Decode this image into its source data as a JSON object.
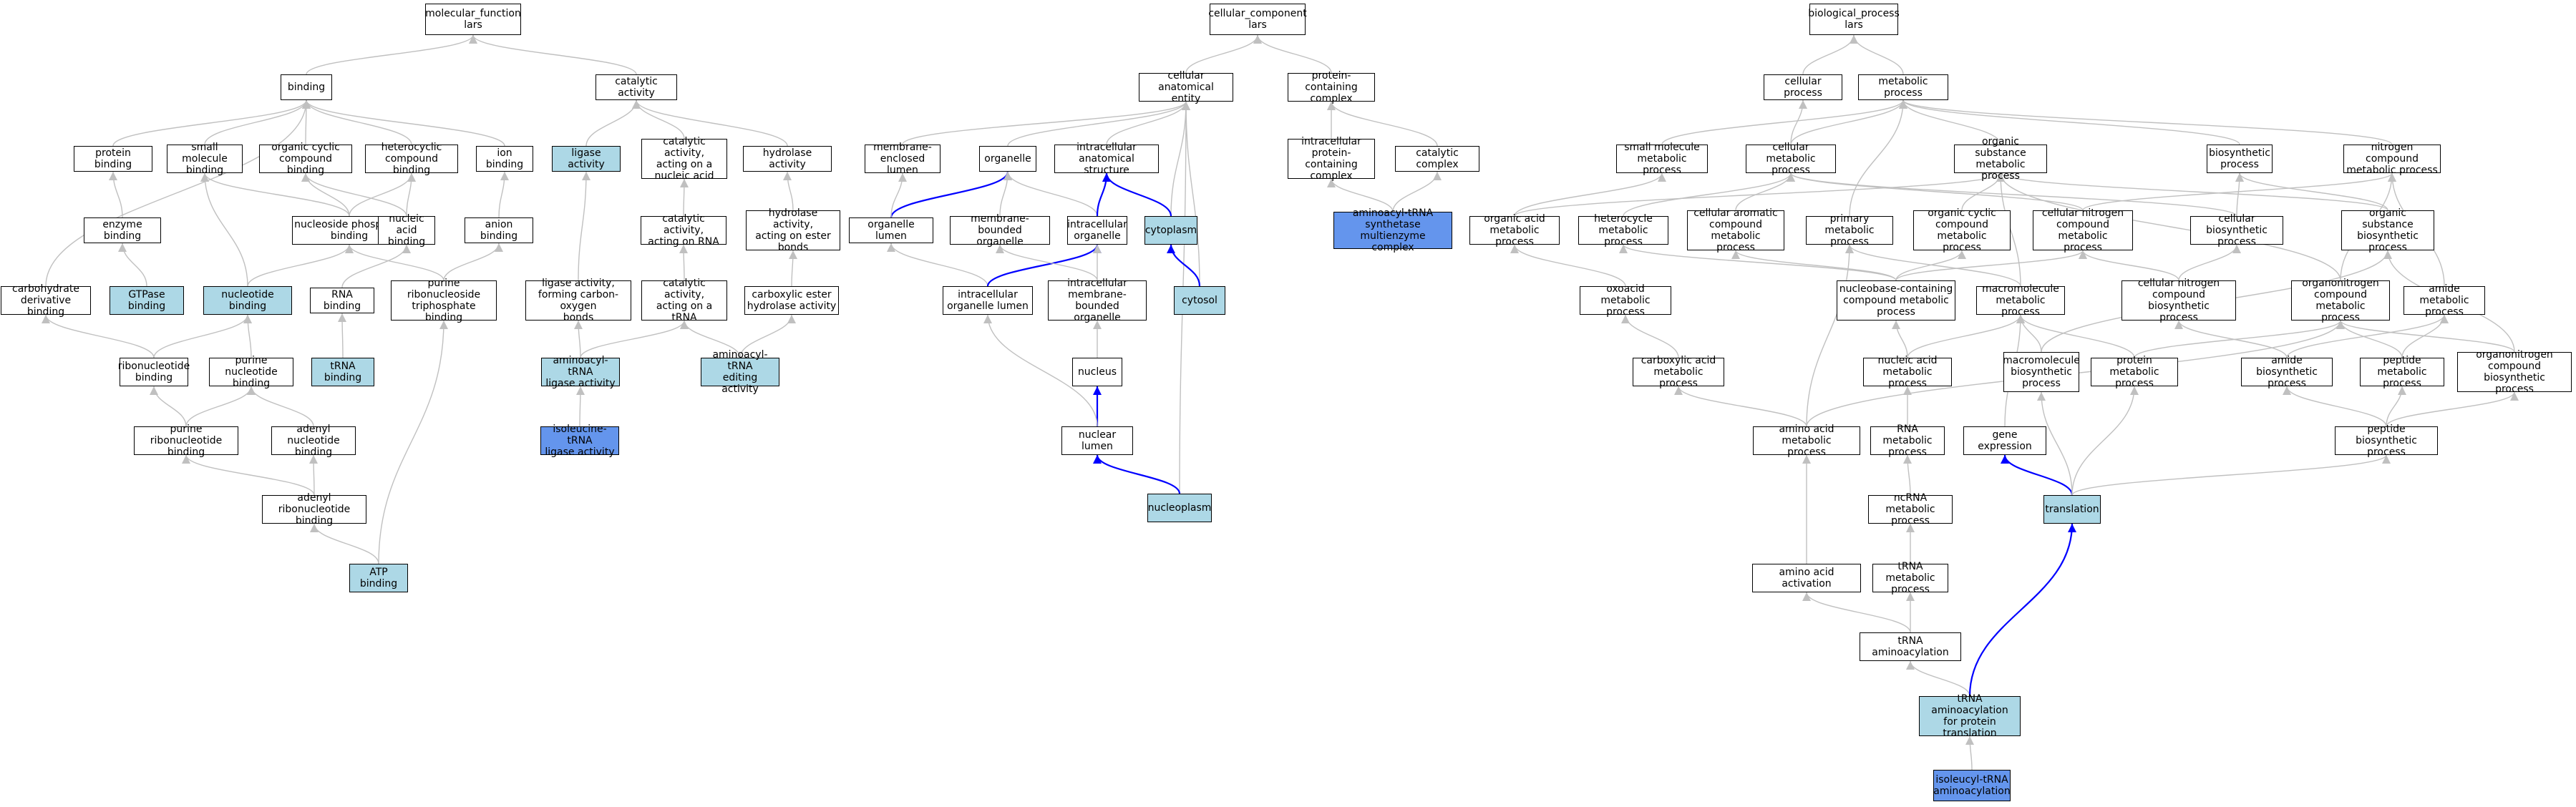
{
  "colors": {
    "default": "#ffffff",
    "light": "#add8e6",
    "dark": "#6495ed",
    "edge": "#c0c0c0",
    "edge_highlight": "#0000ff"
  },
  "nodes": [
    {
      "id": "mf",
      "label": "molecular_function\nlars",
      "color": "default"
    },
    {
      "id": "binding",
      "label": "binding",
      "color": "default"
    },
    {
      "id": "catalytic",
      "label": "catalytic activity",
      "color": "default"
    },
    {
      "id": "protein_binding",
      "label": "protein binding",
      "color": "default"
    },
    {
      "id": "small_mol",
      "label": "small molecule\nbinding",
      "color": "default"
    },
    {
      "id": "org_cyc",
      "label": "organic cyclic\ncompound binding",
      "color": "default"
    },
    {
      "id": "heterocyclic",
      "label": "heterocyclic\ncompound binding",
      "color": "default"
    },
    {
      "id": "ion_binding",
      "label": "ion binding",
      "color": "default"
    },
    {
      "id": "ligase",
      "label": "ligase activity",
      "color": "light"
    },
    {
      "id": "cat_nucleic",
      "label": "catalytic activity,\nacting on a\nnucleic acid",
      "color": "default"
    },
    {
      "id": "hydrolase",
      "label": "hydrolase activity",
      "color": "default"
    },
    {
      "id": "enzyme_binding",
      "label": "enzyme binding",
      "color": "default"
    },
    {
      "id": "nuc_phos",
      "label": "nucleoside phosphate\nbinding",
      "color": "default"
    },
    {
      "id": "nucleic_acid_binding",
      "label": "nucleic acid\nbinding",
      "color": "default"
    },
    {
      "id": "anion_binding",
      "label": "anion binding",
      "color": "default"
    },
    {
      "id": "cat_rna",
      "label": "catalytic activity,\nacting on RNA",
      "color": "default"
    },
    {
      "id": "hydro_ester",
      "label": "hydrolase activity,\nacting on ester\nbonds",
      "color": "default"
    },
    {
      "id": "carb_deriv",
      "label": "carbohydrate\nderivative binding",
      "color": "default"
    },
    {
      "id": "gtpase",
      "label": "GTPase binding",
      "color": "light"
    },
    {
      "id": "nucleotide_binding",
      "label": "nucleotide binding",
      "color": "light"
    },
    {
      "id": "rna_binding",
      "label": "RNA binding",
      "color": "default"
    },
    {
      "id": "purine_ribonuc_tri",
      "label": "purine ribonucleoside\ntriphosphate\nbinding",
      "color": "default"
    },
    {
      "id": "ligase_co",
      "label": "ligase activity,\nforming carbon-oxygen\nbonds",
      "color": "default"
    },
    {
      "id": "cat_trna",
      "label": "catalytic activity,\nacting on a\ntRNA",
      "color": "default"
    },
    {
      "id": "carbox_ester",
      "label": "carboxylic ester\nhydrolase activity",
      "color": "default"
    },
    {
      "id": "ribonucleotide",
      "label": "ribonucleotide\nbinding",
      "color": "default"
    },
    {
      "id": "purine_nucleotide",
      "label": "purine nucleotide\nbinding",
      "color": "default"
    },
    {
      "id": "trna_binding",
      "label": "tRNA binding",
      "color": "light"
    },
    {
      "id": "aa_trna_ligase",
      "label": "aminoacyl-tRNA\nligase activity",
      "color": "light"
    },
    {
      "id": "aa_trna_editing",
      "label": "aminoacyl-tRNA\nediting activity",
      "color": "light"
    },
    {
      "id": "purine_ribonuc",
      "label": "purine ribonucleotide\nbinding",
      "color": "default"
    },
    {
      "id": "adenyl_nuc",
      "label": "adenyl nucleotide\nbinding",
      "color": "default"
    },
    {
      "id": "ile_trna_ligase",
      "label": "isoleucine-tRNA\nligase activity",
      "color": "dark"
    },
    {
      "id": "adenyl_ribonuc",
      "label": "adenyl ribonucleotide\nbinding",
      "color": "default"
    },
    {
      "id": "atp_binding",
      "label": "ATP binding",
      "color": "light"
    },
    {
      "id": "cc",
      "label": "cellular_component\nlars",
      "color": "default"
    },
    {
      "id": "cae",
      "label": "cellular anatomical\nentity",
      "color": "default"
    },
    {
      "id": "pcc",
      "label": "protein-containing\ncomplex",
      "color": "default"
    },
    {
      "id": "mem_lumen",
      "label": "membrane-enclosed\nlumen",
      "color": "default"
    },
    {
      "id": "organelle",
      "label": "organelle",
      "color": "default"
    },
    {
      "id": "ias",
      "label": "intracellular\nanatomical structure",
      "color": "default"
    },
    {
      "id": "ipcc",
      "label": "intracellular\nprotein-containing\ncomplex",
      "color": "default"
    },
    {
      "id": "catalytic_complex",
      "label": "catalytic complex",
      "color": "default"
    },
    {
      "id": "org_lumen",
      "label": "organelle lumen",
      "color": "default"
    },
    {
      "id": "mbo",
      "label": "membrane-bounded\norganelle",
      "color": "default"
    },
    {
      "id": "io",
      "label": "intracellular\norganelle",
      "color": "default"
    },
    {
      "id": "cytoplasm",
      "label": "cytoplasm",
      "color": "light"
    },
    {
      "id": "aa_trna_complex",
      "label": "aminoacyl-tRNA\nsynthetase multienzyme\ncomplex",
      "color": "dark"
    },
    {
      "id": "iol",
      "label": "intracellular\norganelle lumen",
      "color": "default"
    },
    {
      "id": "imbo",
      "label": "intracellular\nmembrane-bounded\norganelle",
      "color": "default"
    },
    {
      "id": "cytosol",
      "label": "cytosol",
      "color": "light"
    },
    {
      "id": "nucleus",
      "label": "nucleus",
      "color": "default"
    },
    {
      "id": "nuclear_lumen",
      "label": "nuclear lumen",
      "color": "default"
    },
    {
      "id": "nucleoplasm",
      "label": "nucleoplasm",
      "color": "light"
    },
    {
      "id": "bp",
      "label": "biological_process\nlars",
      "color": "default"
    },
    {
      "id": "cellular_process",
      "label": "cellular process",
      "color": "default"
    },
    {
      "id": "metabolic_process",
      "label": "metabolic process",
      "color": "default"
    },
    {
      "id": "small_mol_met",
      "label": "small molecule\nmetabolic process",
      "color": "default"
    },
    {
      "id": "cell_met",
      "label": "cellular metabolic\nprocess",
      "color": "default"
    },
    {
      "id": "org_sub_met",
      "label": "organic substance\nmetabolic process",
      "color": "default"
    },
    {
      "id": "biosynthetic",
      "label": "biosynthetic\nprocess",
      "color": "default"
    },
    {
      "id": "nitrogen_met",
      "label": "nitrogen compound\nmetabolic process",
      "color": "default"
    },
    {
      "id": "org_acid_met",
      "label": "organic acid\nmetabolic process",
      "color": "default"
    },
    {
      "id": "hetero_met",
      "label": "heterocycle\nmetabolic process",
      "color": "default"
    },
    {
      "id": "cell_arom_met",
      "label": "cellular aromatic\ncompound metabolic\nprocess",
      "color": "default"
    },
    {
      "id": "primary_met",
      "label": "primary metabolic\nprocess",
      "color": "default"
    },
    {
      "id": "org_cyc_met",
      "label": "organic cyclic\ncompound metabolic\nprocess",
      "color": "default"
    },
    {
      "id": "cell_nitro_met",
      "label": "cellular nitrogen\ncompound metabolic\nprocess",
      "color": "default"
    },
    {
      "id": "cell_biosyn",
      "label": "cellular biosynthetic\nprocess",
      "color": "default"
    },
    {
      "id": "org_sub_biosyn",
      "label": "organic substance\nbiosynthetic\nprocess",
      "color": "default"
    },
    {
      "id": "oxoacid_met",
      "label": "oxoacid metabolic\nprocess",
      "color": "default"
    },
    {
      "id": "nucleobase_met",
      "label": "nucleobase-containing\ncompound metabolic\nprocess",
      "color": "default"
    },
    {
      "id": "macromol_met",
      "label": "macromolecule\nmetabolic process",
      "color": "default"
    },
    {
      "id": "cell_nitro_biosyn",
      "label": "cellular nitrogen\ncompound biosynthetic\nprocess",
      "color": "default"
    },
    {
      "id": "organonitro_met",
      "label": "organonitrogen\ncompound metabolic\nprocess",
      "color": "default"
    },
    {
      "id": "amide_met",
      "label": "amide metabolic\nprocess",
      "color": "default"
    },
    {
      "id": "carbox_met",
      "label": "carboxylic acid\nmetabolic process",
      "color": "default"
    },
    {
      "id": "nucleic_met",
      "label": "nucleic acid\nmetabolic process",
      "color": "default"
    },
    {
      "id": "macromol_biosyn",
      "label": "macromolecule\nbiosynthetic\nprocess",
      "color": "default"
    },
    {
      "id": "protein_met",
      "label": "protein metabolic\nprocess",
      "color": "default"
    },
    {
      "id": "amide_biosyn",
      "label": "amide biosynthetic\nprocess",
      "color": "default"
    },
    {
      "id": "peptide_met",
      "label": "peptide metabolic\nprocess",
      "color": "default"
    },
    {
      "id": "organonitro_biosyn",
      "label": "organonitrogen\ncompound biosynthetic\nprocess",
      "color": "default"
    },
    {
      "id": "aa_met",
      "label": "amino acid metabolic\nprocess",
      "color": "default"
    },
    {
      "id": "rna_met",
      "label": "RNA metabolic\nprocess",
      "color": "default"
    },
    {
      "id": "gene_expr",
      "label": "gene expression",
      "color": "default"
    },
    {
      "id": "peptide_biosyn",
      "label": "peptide biosynthetic\nprocess",
      "color": "default"
    },
    {
      "id": "ncrna_met",
      "label": "ncRNA metabolic\nprocess",
      "color": "default"
    },
    {
      "id": "translation",
      "label": "translation",
      "color": "light"
    },
    {
      "id": "aa_activation",
      "label": "amino acid activation",
      "color": "default"
    },
    {
      "id": "trna_met",
      "label": "tRNA metabolic\nprocess",
      "color": "default"
    },
    {
      "id": "trna_aminoacyl",
      "label": "tRNA aminoacylation",
      "color": "default"
    },
    {
      "id": "trna_aa_transl",
      "label": "tRNA aminoacylation\nfor protein\ntranslation",
      "color": "light"
    },
    {
      "id": "ile_trna_aa",
      "label": "isoleucyl-tRNA\naminoacylation",
      "color": "dark"
    }
  ],
  "edges": [
    {
      "from": "binding",
      "to": "mf"
    },
    {
      "from": "catalytic",
      "to": "mf"
    },
    {
      "from": "protein_binding",
      "to": "binding"
    },
    {
      "from": "small_mol",
      "to": "binding"
    },
    {
      "from": "org_cyc",
      "to": "binding"
    },
    {
      "from": "heterocyclic",
      "to": "binding"
    },
    {
      "from": "ion_binding",
      "to": "binding"
    },
    {
      "from": "carb_deriv",
      "to": "binding"
    },
    {
      "from": "ligase",
      "to": "catalytic"
    },
    {
      "from": "cat_nucleic",
      "to": "catalytic"
    },
    {
      "from": "hydrolase",
      "to": "catalytic"
    },
    {
      "from": "enzyme_binding",
      "to": "protein_binding"
    },
    {
      "from": "nuc_phos",
      "to": "org_cyc"
    },
    {
      "from": "nuc_phos",
      "to": "heterocyclic"
    },
    {
      "from": "nuc_phos",
      "to": "small_mol"
    },
    {
      "from": "nucleic_acid_binding",
      "to": "org_cyc"
    },
    {
      "from": "nucleic_acid_binding",
      "to": "heterocyclic"
    },
    {
      "from": "anion_binding",
      "to": "ion_binding"
    },
    {
      "from": "cat_rna",
      "to": "cat_nucleic"
    },
    {
      "from": "hydro_ester",
      "to": "hydrolase"
    },
    {
      "from": "gtpase",
      "to": "enzyme_binding"
    },
    {
      "from": "nucleotide_binding",
      "to": "nuc_phos"
    },
    {
      "from": "nucleotide_binding",
      "to": "small_mol"
    },
    {
      "from": "rna_binding",
      "to": "nucleic_acid_binding"
    },
    {
      "from": "purine_ribonuc_tri",
      "to": "nuc_phos"
    },
    {
      "from": "purine_ribonuc_tri",
      "to": "anion_binding"
    },
    {
      "from": "ligase_co",
      "to": "ligase"
    },
    {
      "from": "cat_trna",
      "to": "cat_rna"
    },
    {
      "from": "carbox_ester",
      "to": "hydro_ester"
    },
    {
      "from": "ribonucleotide",
      "to": "nucleotide_binding"
    },
    {
      "from": "ribonucleotide",
      "to": "carb_deriv"
    },
    {
      "from": "purine_nucleotide",
      "to": "nucleotide_binding"
    },
    {
      "from": "trna_binding",
      "to": "rna_binding"
    },
    {
      "from": "aa_trna_ligase",
      "to": "ligase_co"
    },
    {
      "from": "aa_trna_ligase",
      "to": "cat_trna"
    },
    {
      "from": "aa_trna_editing",
      "to": "cat_trna"
    },
    {
      "from": "aa_trna_editing",
      "to": "carbox_ester"
    },
    {
      "from": "purine_ribonuc",
      "to": "ribonucleotide"
    },
    {
      "from": "purine_ribonuc",
      "to": "purine_nucleotide"
    },
    {
      "from": "adenyl_nuc",
      "to": "purine_nucleotide"
    },
    {
      "from": "ile_trna_ligase",
      "to": "aa_trna_ligase"
    },
    {
      "from": "adenyl_ribonuc",
      "to": "purine_ribonuc"
    },
    {
      "from": "adenyl_ribonuc",
      "to": "adenyl_nuc"
    },
    {
      "from": "atp_binding",
      "to": "adenyl_ribonuc"
    },
    {
      "from": "atp_binding",
      "to": "purine_ribonuc_tri"
    },
    {
      "from": "cae",
      "to": "cc"
    },
    {
      "from": "pcc",
      "to": "cc"
    },
    {
      "from": "mem_lumen",
      "to": "cae"
    },
    {
      "from": "organelle",
      "to": "cae"
    },
    {
      "from": "ias",
      "to": "cae"
    },
    {
      "from": "cytoplasm",
      "to": "cae"
    },
    {
      "from": "cytosol",
      "to": "cae"
    },
    {
      "from": "nucleoplasm",
      "to": "cae"
    },
    {
      "from": "ipcc",
      "to": "pcc"
    },
    {
      "from": "catalytic_complex",
      "to": "pcc"
    },
    {
      "from": "org_lumen",
      "to": "organelle",
      "hl": true
    },
    {
      "from": "org_lumen",
      "to": "mem_lumen"
    },
    {
      "from": "mbo",
      "to": "organelle"
    },
    {
      "from": "io",
      "to": "organelle"
    },
    {
      "from": "io",
      "to": "ias",
      "hl": true
    },
    {
      "from": "cytoplasm",
      "to": "ias",
      "hl": true
    },
    {
      "from": "aa_trna_complex",
      "to": "ipcc"
    },
    {
      "from": "aa_trna_complex",
      "to": "catalytic_complex"
    },
    {
      "from": "iol",
      "to": "org_lumen"
    },
    {
      "from": "iol",
      "to": "io",
      "hl": true
    },
    {
      "from": "imbo",
      "to": "mbo"
    },
    {
      "from": "imbo",
      "to": "io"
    },
    {
      "from": "cytosol",
      "to": "cytoplasm",
      "hl": true
    },
    {
      "from": "nucleus",
      "to": "imbo"
    },
    {
      "from": "nuclear_lumen",
      "to": "nucleus",
      "hl": true
    },
    {
      "from": "nuclear_lumen",
      "to": "iol"
    },
    {
      "from": "nucleoplasm",
      "to": "nuclear_lumen",
      "hl": true
    },
    {
      "from": "cellular_process",
      "to": "bp"
    },
    {
      "from": "metabolic_process",
      "to": "bp"
    },
    {
      "from": "small_mol_met",
      "to": "metabolic_process"
    },
    {
      "from": "cell_met",
      "to": "metabolic_process"
    },
    {
      "from": "cell_met",
      "to": "cellular_process"
    },
    {
      "from": "org_sub_met",
      "to": "metabolic_process"
    },
    {
      "from": "biosynthetic",
      "to": "metabolic_process"
    },
    {
      "from": "nitrogen_met",
      "to": "metabolic_process"
    },
    {
      "from": "org_acid_met",
      "to": "small_mol_met"
    },
    {
      "from": "org_acid_met",
      "to": "org_sub_met"
    },
    {
      "from": "hetero_met",
      "to": "cell_met"
    },
    {
      "from": "cell_arom_met",
      "to": "cell_met"
    },
    {
      "from": "primary_met",
      "to": "metabolic_process"
    },
    {
      "from": "org_cyc_met",
      "to": "org_sub_met"
    },
    {
      "from": "cell_nitro_met",
      "to": "cell_met"
    },
    {
      "from": "cell_nitro_met",
      "to": "nitrogen_met"
    },
    {
      "from": "cell_biosyn",
      "to": "cell_met"
    },
    {
      "from": "cell_biosyn",
      "to": "biosynthetic"
    },
    {
      "from": "org_sub_biosyn",
      "to": "org_sub_met"
    },
    {
      "from": "org_sub_biosyn",
      "to": "biosynthetic"
    },
    {
      "from": "oxoacid_met",
      "to": "org_acid_met"
    },
    {
      "from": "nucleobase_met",
      "to": "hetero_met"
    },
    {
      "from": "nucleobase_met",
      "to": "cell_arom_met"
    },
    {
      "from": "nucleobase_met",
      "to": "org_cyc_met"
    },
    {
      "from": "nucleobase_met",
      "to": "cell_nitro_met"
    },
    {
      "from": "macromol_met",
      "to": "primary_met"
    },
    {
      "from": "macromol_met",
      "to": "org_sub_met"
    },
    {
      "from": "cell_nitro_biosyn",
      "to": "cell_nitro_met"
    },
    {
      "from": "cell_nitro_biosyn",
      "to": "cell_biosyn"
    },
    {
      "from": "organonitro_met",
      "to": "org_sub_met"
    },
    {
      "from": "organonitro_met",
      "to": "nitrogen_met"
    },
    {
      "from": "amide_met",
      "to": "nitrogen_met"
    },
    {
      "from": "carbox_met",
      "to": "oxoacid_met"
    },
    {
      "from": "nucleic_met",
      "to": "nucleobase_met"
    },
    {
      "from": "nucleic_met",
      "to": "macromol_met"
    },
    {
      "from": "macromol_biosyn",
      "to": "macromol_met"
    },
    {
      "from": "macromol_biosyn",
      "to": "org_sub_biosyn"
    },
    {
      "from": "protein_met",
      "to": "macromol_met"
    },
    {
      "from": "protein_met",
      "to": "organonitro_met"
    },
    {
      "from": "amide_biosyn",
      "to": "amide_met"
    },
    {
      "from": "amide_biosyn",
      "to": "cell_nitro_biosyn"
    },
    {
      "from": "peptide_met",
      "to": "amide_met"
    },
    {
      "from": "peptide_met",
      "to": "organonitro_met"
    },
    {
      "from": "organonitro_biosyn",
      "to": "organonitro_met"
    },
    {
      "from": "organonitro_biosyn",
      "to": "org_sub_biosyn"
    },
    {
      "from": "aa_met",
      "to": "carbox_met"
    },
    {
      "from": "aa_met",
      "to": "primary_met"
    },
    {
      "from": "aa_met",
      "to": "organonitro_met"
    },
    {
      "from": "rna_met",
      "to": "nucleic_met"
    },
    {
      "from": "gene_expr",
      "to": "macromol_met"
    },
    {
      "from": "peptide_biosyn",
      "to": "amide_biosyn"
    },
    {
      "from": "peptide_biosyn",
      "to": "peptide_met"
    },
    {
      "from": "peptide_biosyn",
      "to": "organonitro_biosyn"
    },
    {
      "from": "ncrna_met",
      "to": "rna_met"
    },
    {
      "from": "translation",
      "to": "gene_expr",
      "hl": true
    },
    {
      "from": "translation",
      "to": "macromol_biosyn"
    },
    {
      "from": "translation",
      "to": "protein_met"
    },
    {
      "from": "translation",
      "to": "peptide_biosyn"
    },
    {
      "from": "aa_activation",
      "to": "aa_met"
    },
    {
      "from": "trna_met",
      "to": "ncrna_met"
    },
    {
      "from": "trna_aminoacyl",
      "to": "aa_activation"
    },
    {
      "from": "trna_aminoacyl",
      "to": "trna_met"
    },
    {
      "from": "trna_aa_transl",
      "to": "trna_aminoacyl"
    },
    {
      "from": "trna_aa_transl",
      "to": "translation",
      "hl": true
    },
    {
      "from": "ile_trna_aa",
      "to": "trna_aa_transl"
    }
  ]
}
